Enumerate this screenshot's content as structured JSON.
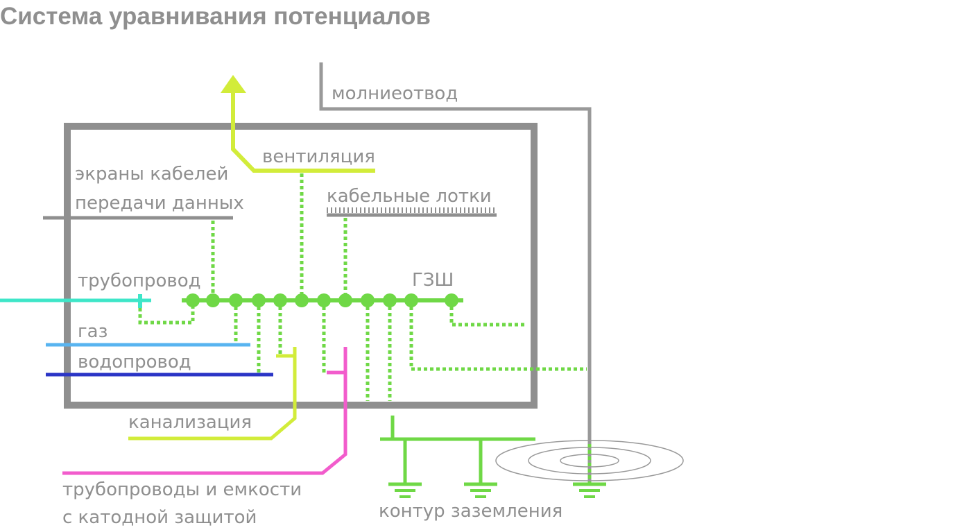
{
  "title": "Система уравнивания потенциалов",
  "labels": {
    "lightning_rod": "молниеотвод",
    "ventilation": "вентиляция",
    "cable_shields_line1": "экраны кабелей",
    "cable_shields_line2": "передачи данных",
    "cable_trays": "кабельные лотки",
    "pipeline": "трубопровод",
    "main_busbar": "ГЗШ",
    "gas": "газ",
    "water_supply": "водопровод",
    "sewerage": "канализация",
    "cathodic_line1": "трубопроводы и емкости",
    "cathodic_line2": "с катодной защитой",
    "grounding_loop": "контур заземления"
  },
  "colors": {
    "building": "#8f8f8f",
    "busbar": "#6fd846",
    "ventilation": "#d2ec3a",
    "pipeline": "#3ee6c8",
    "gas": "#58b4f0",
    "water": "#2b35c6",
    "cathodic": "#f25ccc",
    "lightning": "#999999"
  },
  "icons": [
    "arrow-up-icon",
    "ground-symbol-icon"
  ]
}
